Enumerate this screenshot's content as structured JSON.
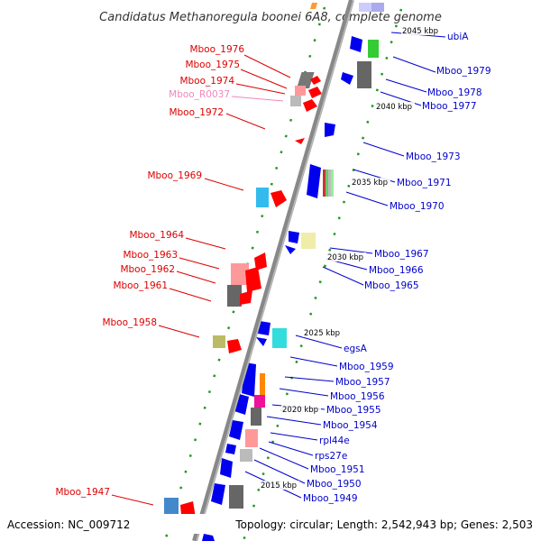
{
  "title": "Candidatus Methanoregula boonei 6A8, complete genome",
  "footer": {
    "accession": "Accession: NC_009712",
    "topology": "Topology: circular; Length: 2,542,943 bp; Genes: 2,503"
  },
  "colors": {
    "left_label": "#dd0000",
    "rna_label": "#ee88bb",
    "right_label": "#0000cc",
    "backbone": "#888888",
    "dots": "#229922"
  },
  "kbp_ticks": [
    "2045 kbp",
    "2040 kbp",
    "2035 kbp",
    "2030 kbp",
    "2025 kbp",
    "2020 kbp",
    "2015 kbp"
  ],
  "left_labels": [
    {
      "text": "Mboo_1976",
      "kind": "gene"
    },
    {
      "text": "Mboo_1975",
      "kind": "gene"
    },
    {
      "text": "Mboo_1974",
      "kind": "gene"
    },
    {
      "text": "Mboo_R0037",
      "kind": "rna"
    },
    {
      "text": "Mboo_1972",
      "kind": "gene"
    },
    {
      "text": "Mboo_1969",
      "kind": "gene"
    },
    {
      "text": "Mboo_1964",
      "kind": "gene"
    },
    {
      "text": "Mboo_1963",
      "kind": "gene"
    },
    {
      "text": "Mboo_1962",
      "kind": "gene"
    },
    {
      "text": "Mboo_1961",
      "kind": "gene"
    },
    {
      "text": "Mboo_1958",
      "kind": "gene"
    },
    {
      "text": "Mboo_1947",
      "kind": "gene"
    }
  ],
  "right_labels": [
    "ubiA",
    "Mboo_1979",
    "Mboo_1978",
    "Mboo_1977",
    "Mboo_1973",
    "Mboo_1971",
    "Mboo_1970",
    "Mboo_1967",
    "Mboo_1966",
    "Mboo_1965",
    "egsA",
    "Mboo_1959",
    "Mboo_1957",
    "Mboo_1956",
    "Mboo_1955",
    "Mboo_1954",
    "rpl44e",
    "rps27e",
    "Mboo_1951",
    "Mboo_1950",
    "Mboo_1949"
  ]
}
